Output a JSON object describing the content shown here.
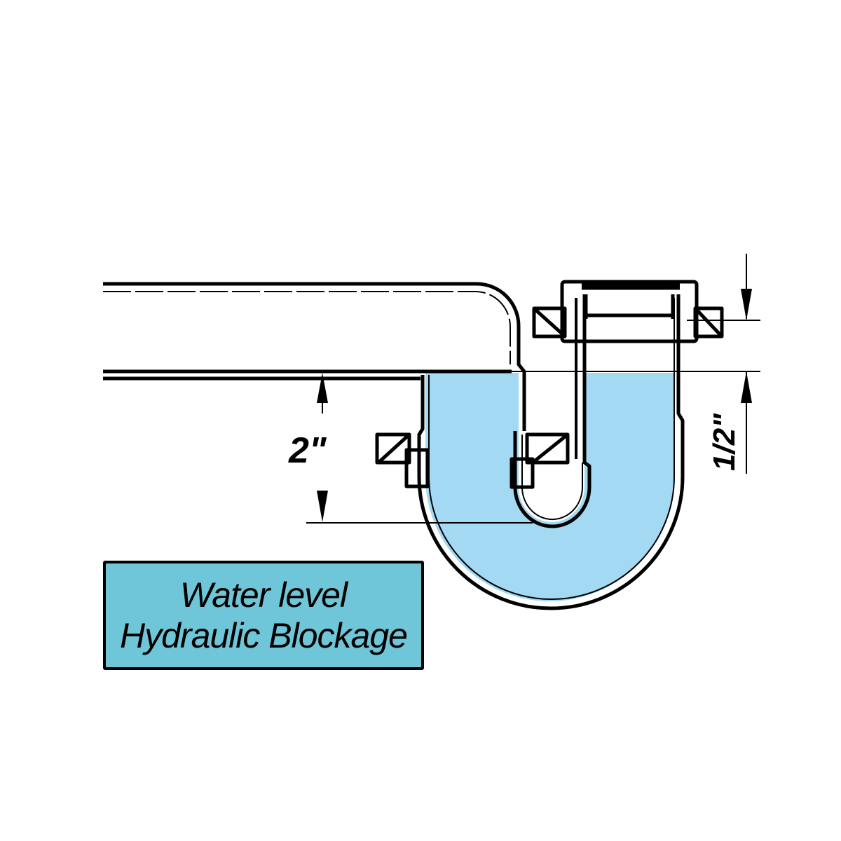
{
  "diagram": {
    "dimension_height": "2\"",
    "dimension_seal": "1/2\"",
    "legend": {
      "line1": "Water level",
      "line2": "Hydraulic Blockage"
    }
  },
  "colors": {
    "water": "#a3d9f2",
    "legend_fill": "#6ec6d8",
    "line": "#000000"
  }
}
